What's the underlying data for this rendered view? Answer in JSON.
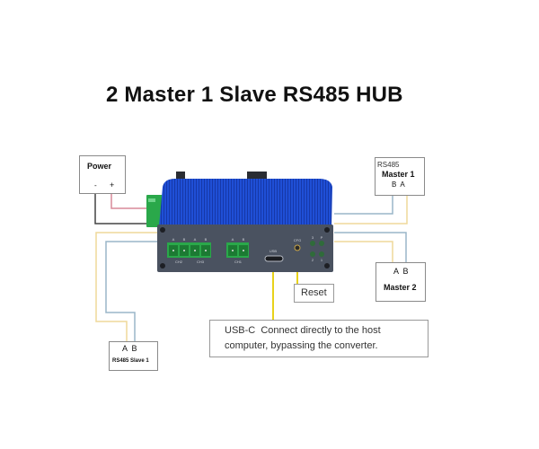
{
  "title": "2 Master 1 Slave RS485 HUB",
  "power_box": {
    "label": "Power",
    "minus": "-",
    "plus": "+"
  },
  "master1_box": {
    "proto": "RS485",
    "label": "Master 1",
    "pins": "B  A"
  },
  "master2_box": {
    "pins": "A  B",
    "label": "Master 2"
  },
  "slave1_box": {
    "pins": "A  B",
    "label": "RS485 Slave 1"
  },
  "reset_label": "Reset",
  "usb_note": {
    "line1": "USB-C  Connect directly to the host",
    "line2": "computer, bypassing the converter."
  },
  "device": {
    "terminal_pin_labels": [
      "A",
      "B",
      "A",
      "B",
      "A",
      "B"
    ],
    "ch_labels": [
      "CH2",
      "CH3",
      "CH1"
    ],
    "usb_label": "USB",
    "cfg_label": "CFG",
    "led_labels": [
      "3",
      "P",
      "2",
      "1"
    ]
  },
  "colors": {
    "housing_blue": "#1f4fd6",
    "faceplate": "#4a5260",
    "terminal_green": "#2aa84a",
    "wire_red": "#d88a99",
    "wire_black": "#333333",
    "wire_yellow": "#efd99a",
    "wire_blue": "#9ab6c8",
    "usb_wire": "#e8d21a"
  }
}
